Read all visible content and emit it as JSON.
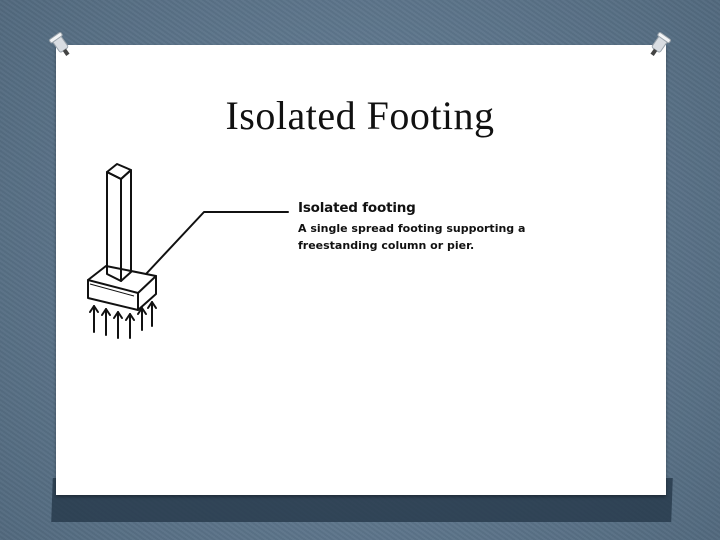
{
  "slide": {
    "title": "Isolated Footing"
  },
  "figure": {
    "icon": "column-on-spread-footing-illustration",
    "caption_title": "Isolated footing",
    "caption_description": "A single spread footing supporting a freestanding column or pier."
  },
  "decorations": {
    "pin_icon": "pushpin-icon",
    "background_color": "#5f7a91",
    "slide_color": "#ffffff"
  }
}
